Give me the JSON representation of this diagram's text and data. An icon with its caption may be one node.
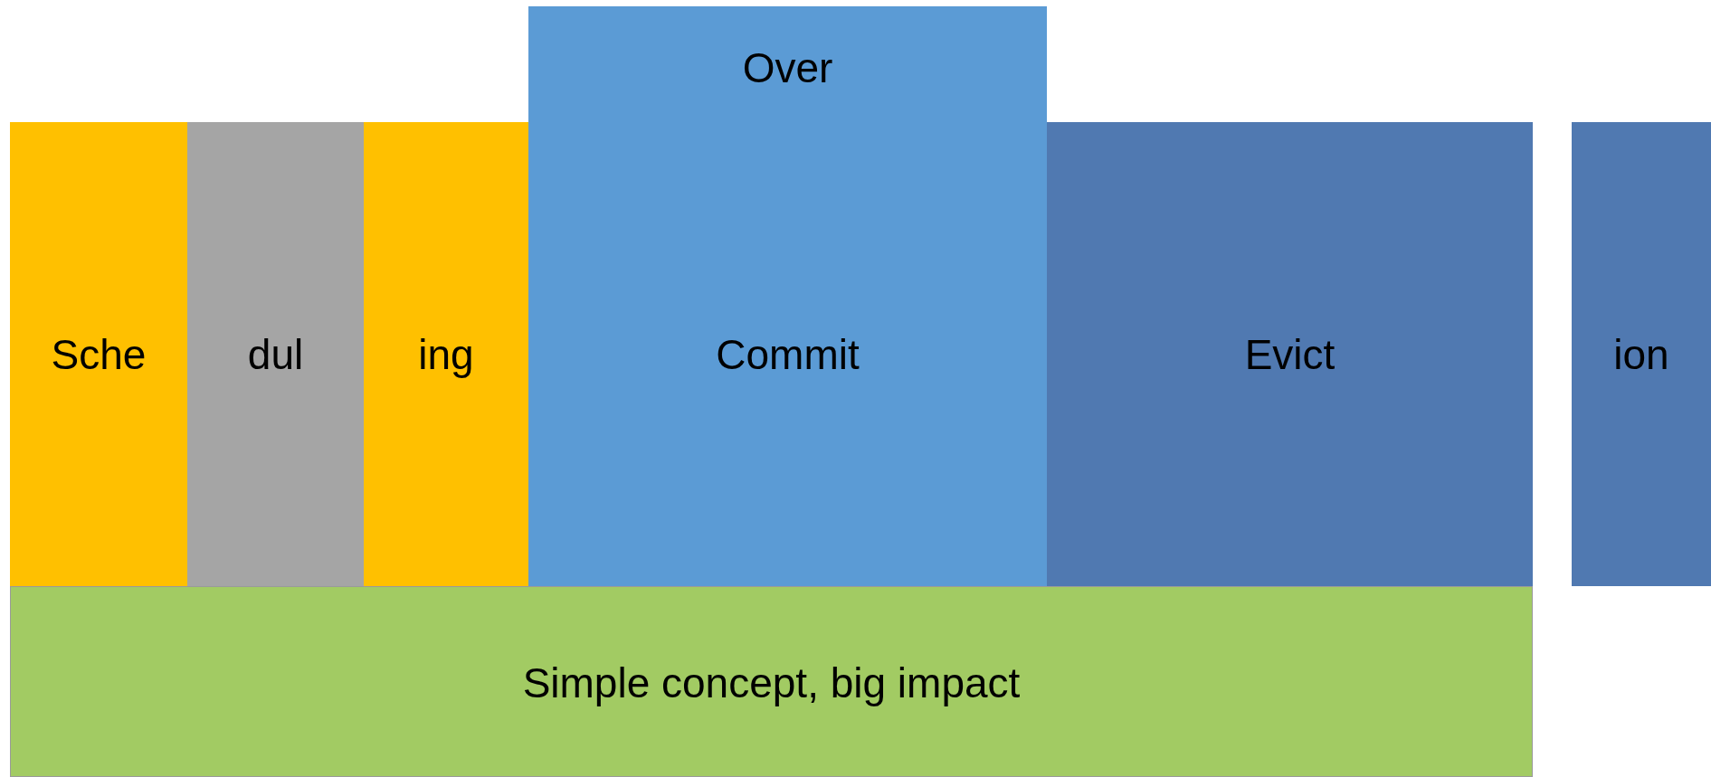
{
  "diagram": {
    "nodes": [
      {
        "text": [
          "Sche"
        ]
      },
      {
        "text": [
          "dul"
        ]
      },
      {
        "text": [
          "ing"
        ]
      },
      {
        "text": [
          "Over",
          "Commit"
        ]
      },
      {
        "text": [
          "Evict"
        ]
      },
      {
        "text": [
          "ion"
        ]
      },
      {
        "text": [
          "Simple concept, big impact"
        ]
      }
    ],
    "edges": []
  }
}
